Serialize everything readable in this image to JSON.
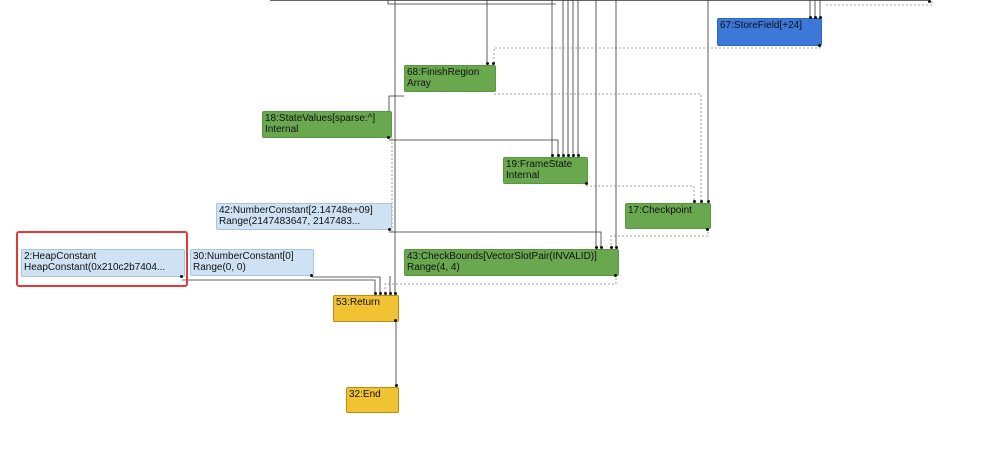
{
  "graph": {
    "nodes": [
      {
        "id": "storefield",
        "line1": "67:StoreField[+24]",
        "line2": ""
      },
      {
        "id": "finishregion",
        "line1": "68:FinishRegion",
        "line2": "Array"
      },
      {
        "id": "statevalues",
        "line1": "18:StateValues[sparse:^]",
        "line2": "Internal"
      },
      {
        "id": "framestate",
        "line1": "19:FrameState",
        "line2": "Internal"
      },
      {
        "id": "numconst-big",
        "line1": "42:NumberConstant[2.14748e+09]",
        "line2": "Range(2147483647, 2147483..."
      },
      {
        "id": "checkpoint",
        "line1": "17:Checkpoint",
        "line2": ""
      },
      {
        "id": "heapconst",
        "line1": "2:HeapConstant",
        "line2": "HeapConstant(0x210c2b7404..."
      },
      {
        "id": "numconst-zero",
        "line1": "30:NumberConstant[0]",
        "line2": "Range(0, 0)"
      },
      {
        "id": "checkbounds",
        "line1": "43:CheckBounds[VectorSlotPair(INVALID)]",
        "line2": "Range(4, 4)"
      },
      {
        "id": "return",
        "line1": "53:Return",
        "line2": ""
      },
      {
        "id": "end",
        "line1": "32:End",
        "line2": ""
      }
    ],
    "highlighted_node": "2:HeapConstant"
  }
}
